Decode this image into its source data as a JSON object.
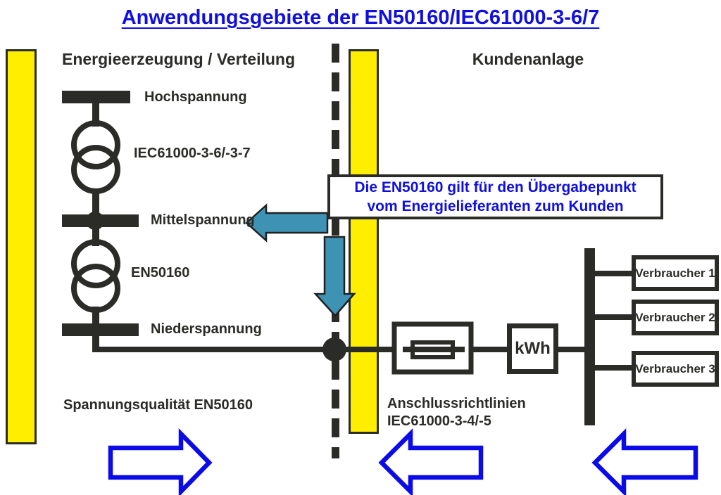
{
  "title": "Anwendungsgebiete der EN50160/IEC61000-3-6/7",
  "sections": {
    "left_header": "Energieerzeugung / Verteilung",
    "right_header": "Kundenanlage"
  },
  "grid_labels": {
    "hochspannung": "Hochspannung",
    "iec_3_6_7": "IEC61000-3-6/-3-7",
    "mittelspannung": "Mittelspannung",
    "en50160": "EN50160",
    "niederspannung": "Niederspannung"
  },
  "info_box": {
    "line1": "Die EN50160 gilt für den Übergabepunkt",
    "line2": "vom Energielieferanten zum Kunden"
  },
  "meter_label": "kWh",
  "consumers": [
    "Verbraucher 1",
    "Verbraucher 2",
    "Verbraucher 3"
  ],
  "bottom_labels": {
    "left": "Spannungsqualität EN50160",
    "right_line1": "Anschlussrichtlinien",
    "right_line2": "IEC61000-3-4/-5"
  },
  "icons": {
    "teal_left_arrow": "arrow-left",
    "teal_down_arrow": "arrow-down",
    "flow_arrow_left_section": "arrow-right-outline",
    "flow_arrow_middle_section": "arrow-left-outline",
    "flow_arrow_right_section": "arrow-left-outline"
  },
  "colors": {
    "ink": "#2b2b28",
    "yellow": "#ffee00",
    "blue": "#0f0fe0",
    "arrow_blue": "#0b0be8",
    "teal": "#3e93b5"
  }
}
